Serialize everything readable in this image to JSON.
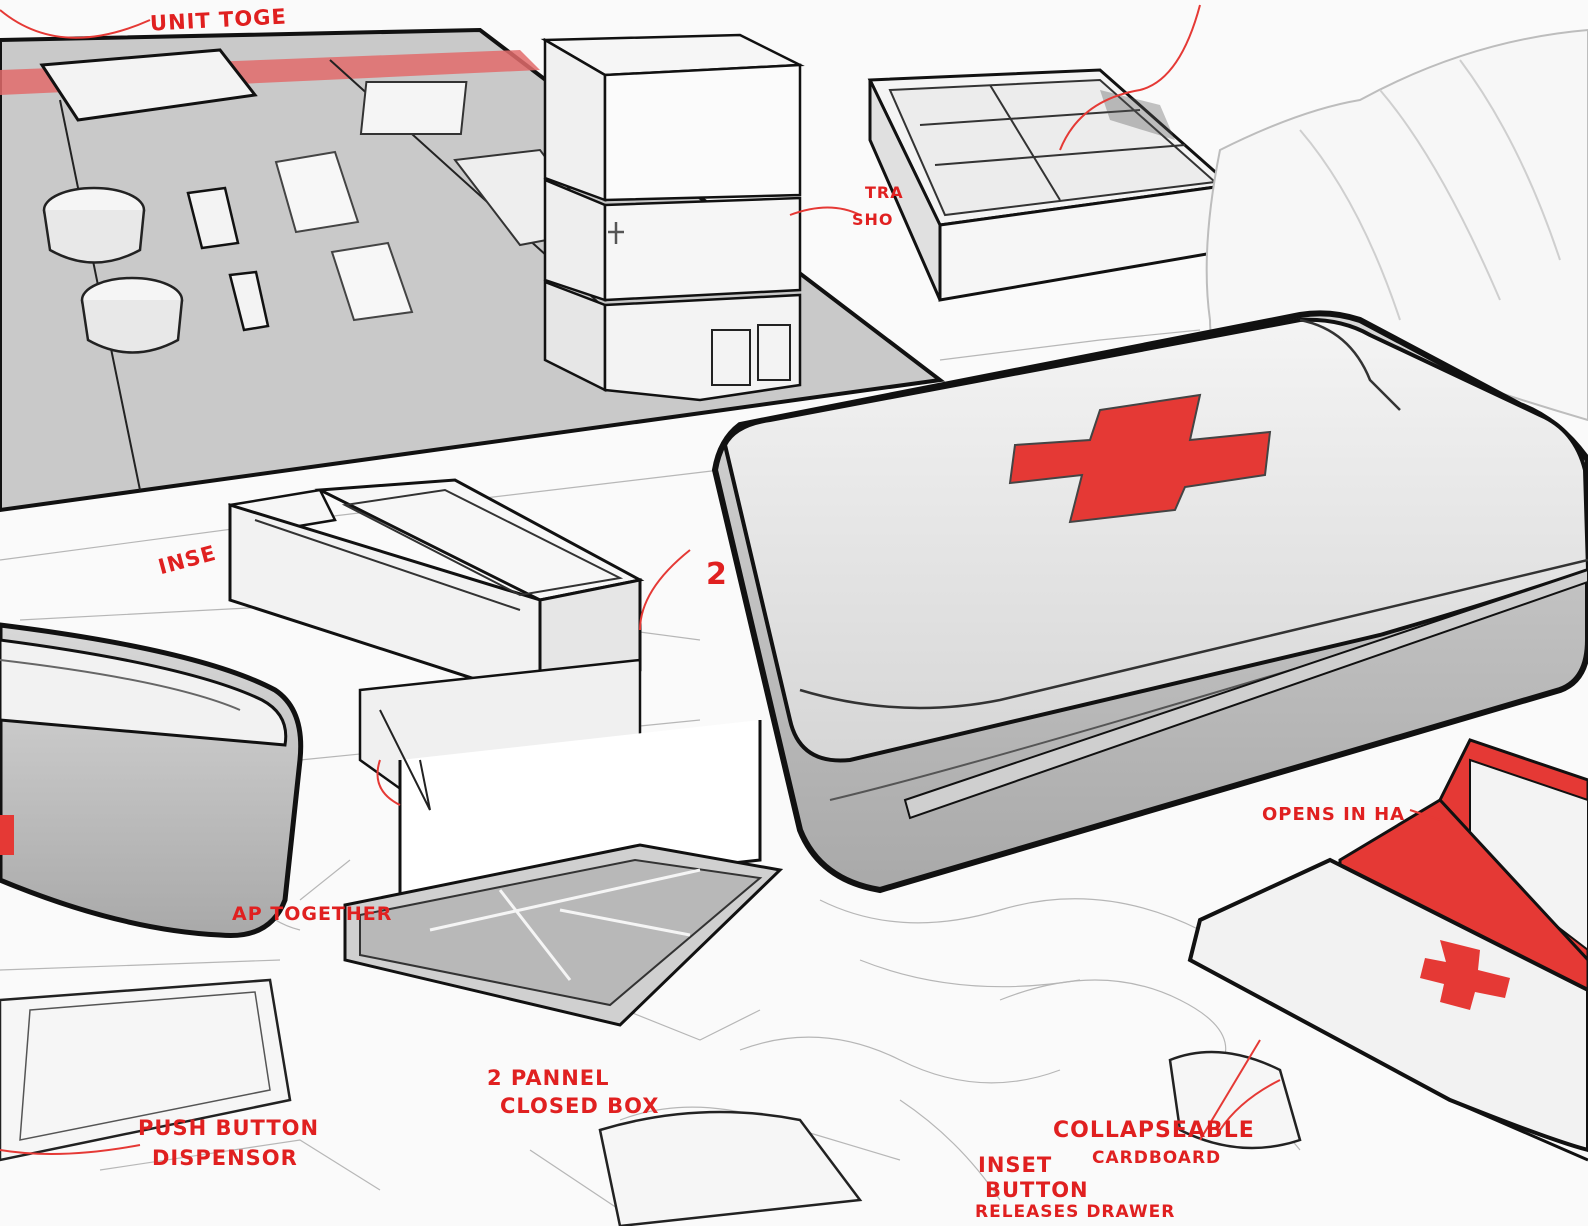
{
  "annotations": {
    "unit_together": "UNIT TOGE",
    "insert": "INSE",
    "show": "SHO",
    "tray": "TRA",
    "number_two": "2",
    "snap_together": "AP TOGETHER",
    "opens_in_half": "OPENS IN HA",
    "two_panel_line1": "2 PANNEL",
    "two_panel_line2": "CLOSED BOX",
    "push_button_line1": "PUSH BUTTON",
    "push_button_line2": "DISPENSOR",
    "collapsable_line1": "COLLAPSEABLE",
    "collapsable_line2": "CARDBOARD",
    "inset_line1": "INSET",
    "inset_line2": "BUTTON",
    "inset_line3": "RELEASES DRAWER"
  },
  "colors": {
    "accent_red": "#e53935",
    "panel_gray": "#c9c9c9",
    "ink": "#1a1a1a",
    "paper": "#fafafa"
  }
}
